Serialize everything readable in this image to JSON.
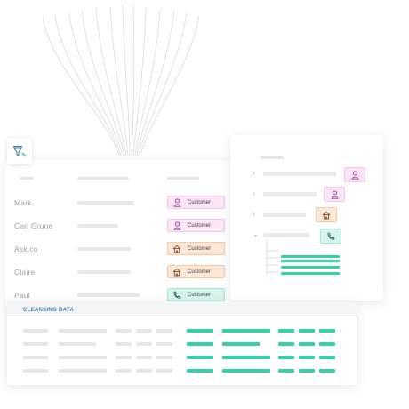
{
  "main_table": {
    "rows": [
      {
        "label": "Mark",
        "chip": "Customer",
        "icon": "person-icon"
      },
      {
        "label": "Carl Grune",
        "chip": "Customer",
        "icon": "person-icon"
      },
      {
        "label": "Ask.co",
        "chip": "Customer",
        "icon": "house-icon"
      },
      {
        "label": "Claire",
        "chip": "Customer",
        "icon": "house-icon"
      },
      {
        "label": "Paul",
        "chip": "Customer",
        "icon": "phone-icon"
      }
    ]
  },
  "bottom_panel": {
    "title": "CLEANSING DATA"
  },
  "colors": {
    "accent_teal": "#35d2aa",
    "pink": "#fbe4f6",
    "orange": "#fde7d6",
    "teal_light": "#d8f4ee",
    "title_blue": "#3d7fb0"
  }
}
